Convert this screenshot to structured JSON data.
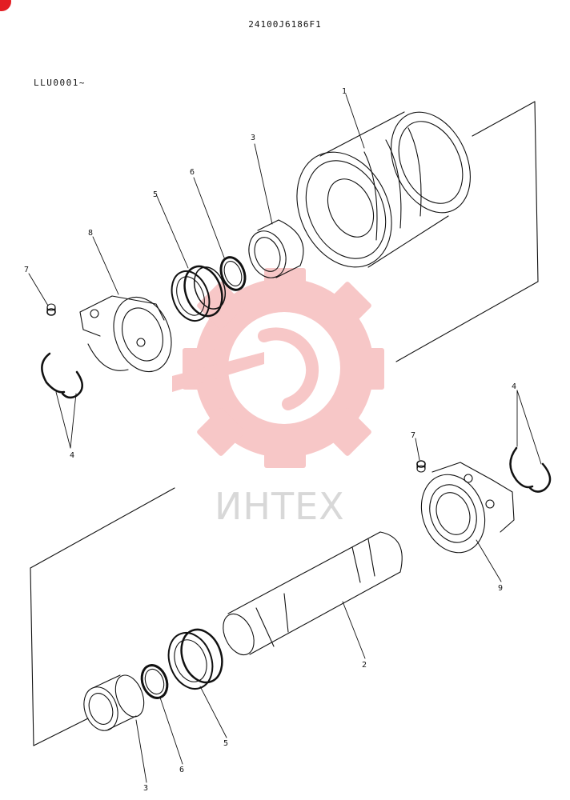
{
  "header": {
    "code": "24100J6186F1",
    "serial": "LLU0001~"
  },
  "watermark": {
    "text": "ИНТЕХ",
    "color": "#f19a9a"
  },
  "callouts": {
    "c1": "1",
    "c2": "2",
    "c3a": "3",
    "c3b": "3",
    "c4a": "4",
    "c4b": "4",
    "c5a": "5",
    "c5b": "5",
    "c6a": "6",
    "c6b": "6",
    "c7a": "7",
    "c7b": "7",
    "c8": "8",
    "c9": "9"
  }
}
